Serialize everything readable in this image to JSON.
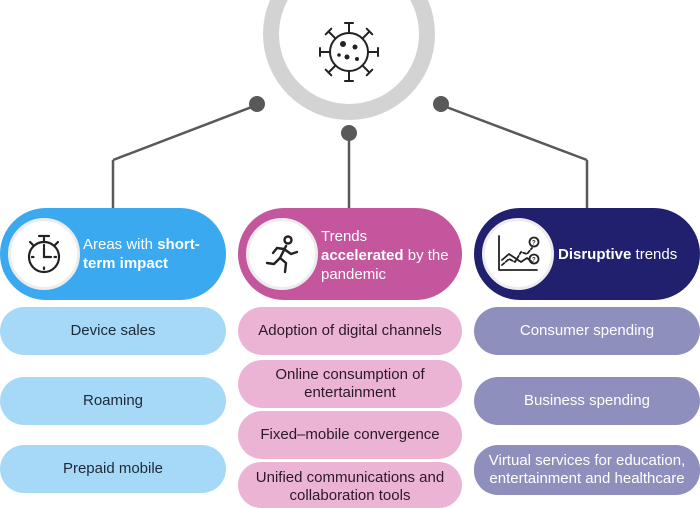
{
  "colors": {
    "blue": "#3aa9ef",
    "pink": "#c3569c",
    "navy": "#21206e",
    "blue_light": "#a6d8f8",
    "pink_light": "#ebb4d5",
    "purple_light": "#8e8fbc",
    "connector": "#595959"
  },
  "columns": [
    {
      "icon": "stopwatch-icon",
      "header_pre": "Areas with ",
      "header_bold": "short-term impact",
      "header_post": "",
      "items": [
        "Device sales",
        "Roaming",
        "Prepaid mobile"
      ]
    },
    {
      "icon": "running-person-icon",
      "header_pre": "Trends ",
      "header_bold": "accelerated",
      "header_post": " by the pandemic",
      "items": [
        "Adoption of digital channels",
        "Online consumption of entertainment",
        "Fixed–mobile convergence",
        "Unified communications and collaboration tools"
      ]
    },
    {
      "icon": "uncertain-chart-icon",
      "header_pre": "",
      "header_bold": "Disruptive",
      "header_post": " trends",
      "items": [
        "Consumer spending",
        "Business spending",
        "Virtual services for education, entertainment and healthcare"
      ]
    }
  ]
}
